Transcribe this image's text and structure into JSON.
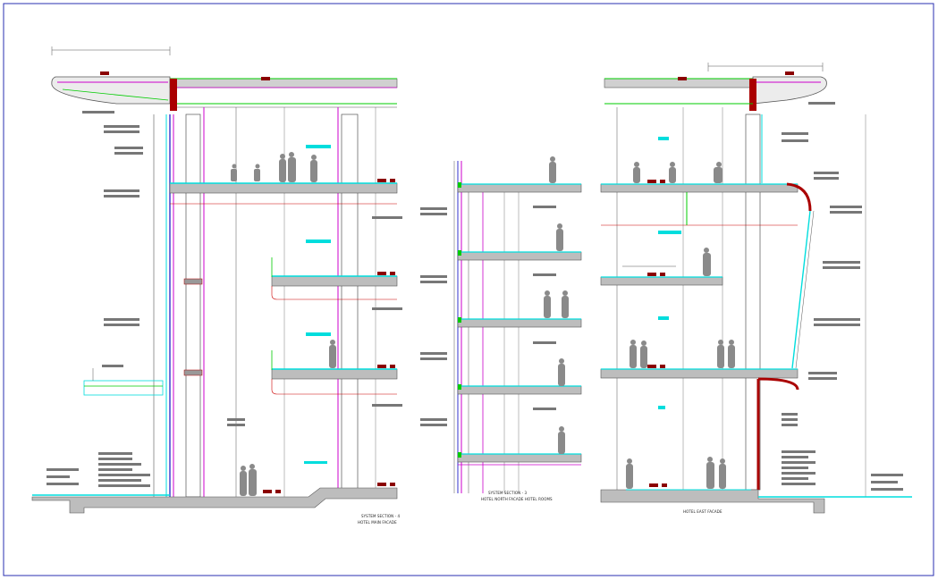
{
  "sheet": {
    "background": "#ffffff",
    "border_color": "#2a2fb0"
  },
  "colors": {
    "line": "#555555",
    "magenta": "#cc00cc",
    "cyan": "#00dddd",
    "green": "#00cc00",
    "red": "#cc0000",
    "blue": "#3333cc",
    "slab_fill": "#bdbdbd",
    "people": "#8a8a8a",
    "label_block": "#777777",
    "tag": "#8b0000"
  },
  "sections": [
    {
      "id": "left",
      "caption_line1": "SYSTEM SECTION - 4",
      "caption_line2": "HOTEL MAIN FACADE"
    },
    {
      "id": "middle",
      "caption_line1": "SYSTEM SECTION - 3",
      "caption_line2": "HOTEL NORTH FACADE HOTEL ROOMS"
    },
    {
      "id": "right",
      "caption_line1": "",
      "caption_line2": "HOTEL EAST FACADE"
    }
  ]
}
